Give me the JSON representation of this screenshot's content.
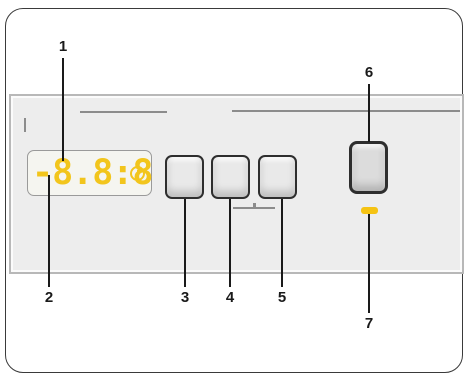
{
  "display": {
    "digits": "-8.8:8",
    "icon": "clock-icon"
  },
  "callouts": {
    "c1": "1",
    "c2": "2",
    "c3": "3",
    "c4": "4",
    "c5": "5",
    "c6": "6",
    "c7": "7"
  },
  "colors": {
    "display_yellow": "#f2c51c",
    "led_yellow": "#f5c313"
  }
}
